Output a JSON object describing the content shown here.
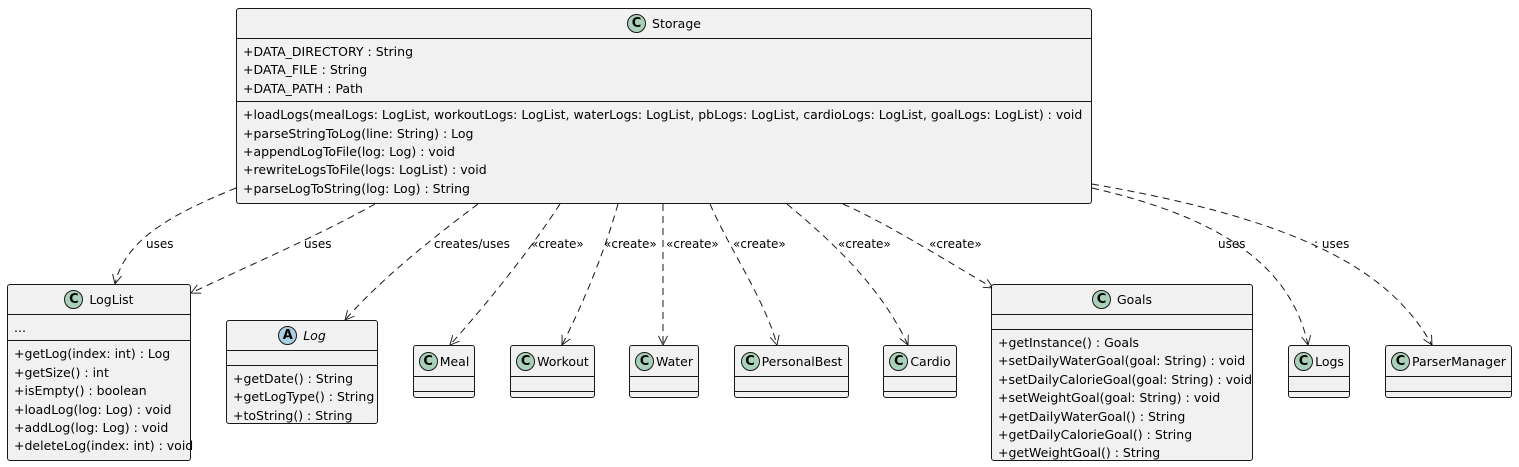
{
  "classes": {
    "storage": {
      "badge": "C",
      "name": "Storage",
      "attributes": [
        "+DATA_DIRECTORY : String",
        "+DATA_FILE : String",
        "+DATA_PATH : Path"
      ],
      "methods": [
        "+loadLogs(mealLogs: LogList, workoutLogs: LogList, waterLogs: LogList, pbLogs: LogList, cardioLogs: LogList, goalLogs: LogList) : void",
        "+parseStringToLog(line: String) : Log",
        "+appendLogToFile(log: Log) : void",
        "+rewriteLogsToFile(logs: LogList) : void",
        "+parseLogToString(log: Log) : String"
      ]
    },
    "loglist": {
      "badge": "C",
      "name": "LogList",
      "attributes": [
        "..."
      ],
      "methods": [
        "+getLog(index: int) : Log",
        "+getSize() : int",
        "+isEmpty() : boolean",
        "+loadLog(log: Log) : void",
        "+addLog(log: Log) : void",
        "+deleteLog(index: int) : void"
      ]
    },
    "log": {
      "badge": "A",
      "name": "Log",
      "methods": [
        "+getDate() : String",
        "+getLogType() : String",
        "+toString() : String"
      ]
    },
    "meal": {
      "badge": "C",
      "name": "Meal"
    },
    "workout": {
      "badge": "C",
      "name": "Workout"
    },
    "water": {
      "badge": "C",
      "name": "Water"
    },
    "personalbest": {
      "badge": "C",
      "name": "PersonalBest"
    },
    "cardio": {
      "badge": "C",
      "name": "Cardio"
    },
    "goals": {
      "badge": "C",
      "name": "Goals",
      "methods": [
        "+getInstance() : Goals",
        "+setDailyWaterGoal(goal: String) : void",
        "+setDailyCalorieGoal(goal: String) : void",
        "+setWeightGoal(goal: String) : void",
        "+getDailyWaterGoal() : String",
        "+getDailyCalorieGoal() : String",
        "+getWeightGoal() : String"
      ]
    },
    "logs": {
      "badge": "C",
      "name": "Logs"
    },
    "parsermanager": {
      "badge": "C",
      "name": "ParserManager"
    }
  },
  "edge_labels": {
    "uses_loglist_1": "uses",
    "uses_loglist_2": "uses",
    "creates_uses_log": "creates/uses",
    "create_meal": "«create»",
    "create_workout": "«create»",
    "create_water": "«create»",
    "create_personalbest": "«create»",
    "create_cardio": "«create»",
    "create_goals": "«create»",
    "uses_logs": "uses",
    "uses_parsermanager": ": uses"
  },
  "colors": {
    "class_fill": "#f1f1f1",
    "border": "#181818",
    "class_badge": "#a9d1b9",
    "abstract_badge": "#a9cfe1"
  }
}
